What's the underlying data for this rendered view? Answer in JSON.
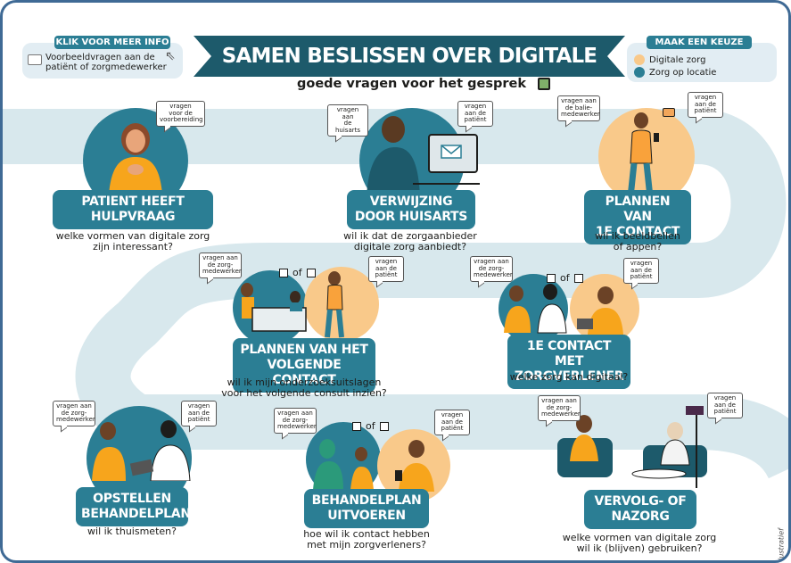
{
  "header": {
    "info_tag": "KLIK VOOR MEER INFO",
    "info_text_line1": "Voorbeeldvragen aan de",
    "info_text_line2": "patiënt of zorgmedewerker",
    "title": "SAMEN BESLISSEN OVER DIGITALE ZORG",
    "subtitle": "goede vragen voor het gesprek",
    "choice_tag": "MAAK EEN KEUZE",
    "legend": [
      {
        "label": "Digitale zorg",
        "color": "#f9c98a"
      },
      {
        "label": "Zorg op locatie",
        "color": "#2b7e94"
      }
    ]
  },
  "steps": [
    {
      "label_line1": "PATIENT HEEFT",
      "label_line2": "HULPVRAAG",
      "q_line1": "welke vormen van digitale zorg",
      "q_line2": "zijn interessant?"
    },
    {
      "label_line1": "VERWIJZING",
      "label_line2": "DOOR HUISARTS",
      "q_line1": "wil ik dat de zorgaanbieder",
      "q_line2": "digitale zorg aanbiedt?"
    },
    {
      "label_line1": "PLANNEN VAN",
      "label_line2": "1E CONTACT",
      "q_line1": "wil ik beeldbellen",
      "q_line2": "of appen?"
    },
    {
      "label_line1": "PLANNEN VAN HET",
      "label_line2": "VOLGENDE CONTACT",
      "q_line1": "wil ik mijn onderzoeksuitslagen",
      "q_line2": "voor het volgende consult inzien?"
    },
    {
      "label_line1": "1E CONTACT MET",
      "label_line2": "ZORGVERLENER",
      "q_line1": "welke zorg kan digitaal?",
      "q_line2": ""
    },
    {
      "label_line1": "OPSTELLEN",
      "label_line2": "BEHANDELPLAN",
      "q_line1": "wil ik thuismeten?",
      "q_line2": ""
    },
    {
      "label_line1": "BEHANDELPLAN",
      "label_line2": "UITVOEREN",
      "q_line1": "hoe wil ik contact hebben",
      "q_line2": "met mijn zorgverleners?"
    },
    {
      "label_line1": "VERVOLG- OF",
      "label_line2": "NAZORG",
      "q_line1": "welke vormen van digitale zorg",
      "q_line2": "wil ik (blijven) gebruiken?"
    }
  ],
  "bubbles": {
    "voorbereiding": [
      "vragen",
      "voor de",
      "voorbereiding"
    ],
    "huisarts": [
      "vragen aan",
      "de huisarts"
    ],
    "patient": [
      "vragen",
      "aan de",
      "patiënt"
    ],
    "balie": [
      "vragen aan",
      "de balie-",
      "medewerker"
    ],
    "zorgmedewerker": [
      "vragen aan",
      "de zorg-",
      "medewerker"
    ]
  },
  "or_text": "of",
  "credit": "@illustratief"
}
